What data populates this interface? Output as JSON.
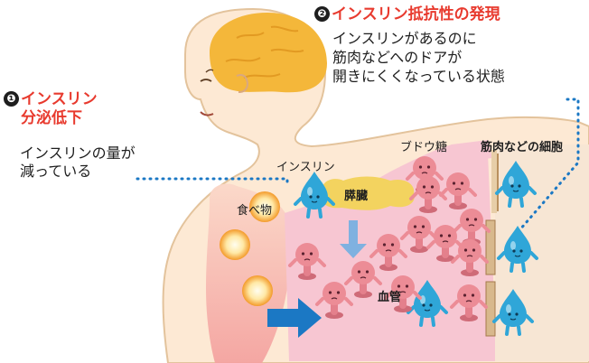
{
  "annotation1": {
    "marker": "❶",
    "title_line1": "インスリン",
    "title_line2": "分泌低下",
    "body_line1": "インスリンの量が",
    "body_line2": "減っている"
  },
  "annotation2": {
    "marker": "❷",
    "title": "インスリン抵抗性の発現",
    "body_line1": "インスリンがあるのに",
    "body_line2": "筋肉などへのドアが",
    "body_line3": "開きにくくなっている状態"
  },
  "labels": {
    "insulin": "インスリン",
    "glucose": "ブドウ糖",
    "muscle_cells": "筋肉などの細胞",
    "pancreas": "膵臓",
    "food": "食べ物",
    "blood_vessel": "血管"
  },
  "colors": {
    "skin": "#fde9d4",
    "body_outline": "#e3c39c",
    "brain": "#f4b73a",
    "vessel": "#f7c6d2",
    "pancreas": "#f3d35f",
    "glucose_character": "#ec8c96",
    "insulin_character": "#2fa6d8",
    "arrow_blue": "#1b78c4",
    "arrow_light": "#7fb1e0",
    "accent_red": "#e83a2e"
  }
}
